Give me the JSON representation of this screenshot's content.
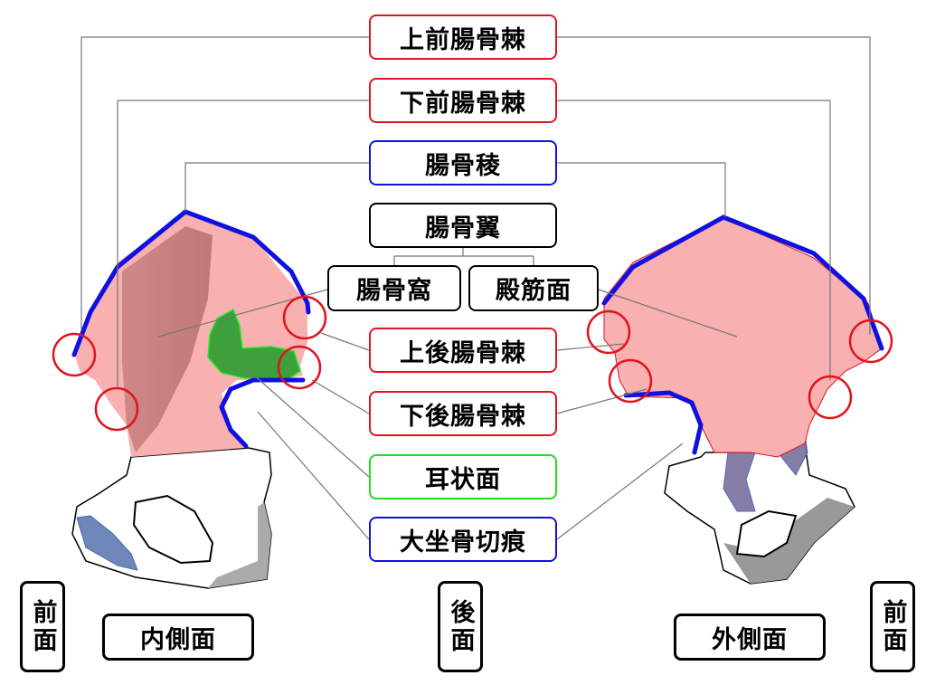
{
  "labels": {
    "asis": "上前腸骨棘",
    "aiis": "下前腸骨棘",
    "crest": "腸骨稜",
    "wing": "腸骨翼",
    "fossa": "腸骨窩",
    "gluteal": "殿筋面",
    "psis": "上後腸骨棘",
    "piis": "下後腸骨棘",
    "auricular": "耳状面",
    "notch": "大坐骨切痕"
  },
  "views": {
    "anterior_left": "前面",
    "medial": "内側面",
    "posterior": "後面",
    "lateral": "外側面",
    "anterior_right": "前面"
  },
  "colors": {
    "spine": "#e0141e",
    "crest": "#1010e0",
    "auricular": "#22dd22",
    "ilium": "#f8b0b0"
  }
}
